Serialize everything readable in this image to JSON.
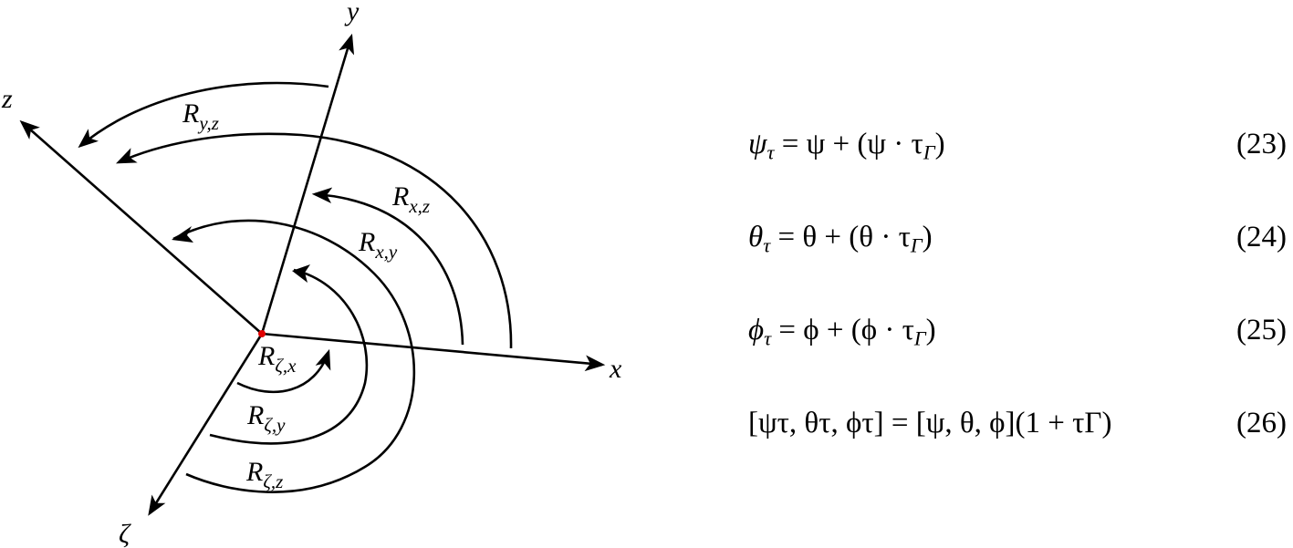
{
  "diagram": {
    "axes": [
      {
        "id": "y",
        "label": "y"
      },
      {
        "id": "z",
        "label": "z"
      },
      {
        "id": "x",
        "label": "x"
      },
      {
        "id": "zeta",
        "label": "ζ"
      }
    ],
    "origin_color": "#e00000",
    "rotations": [
      {
        "id": "Ryz",
        "base": "R",
        "sub": "y,z"
      },
      {
        "id": "Rxz",
        "base": "R",
        "sub": "x,z"
      },
      {
        "id": "Rxy",
        "base": "R",
        "sub": "x,y"
      },
      {
        "id": "Rzx",
        "base": "R",
        "sub": "ζ,x"
      },
      {
        "id": "Rzy",
        "base": "R",
        "sub": "ζ,y"
      },
      {
        "id": "Rzz",
        "base": "R",
        "sub": "ζ,z"
      }
    ]
  },
  "equations": [
    {
      "lhs": "ψ",
      "lhs_sub": "τ",
      "rhs": "= ψ + (ψ · τ",
      "rhs_sub": "Γ",
      "tail": ")",
      "number": "(23)"
    },
    {
      "lhs": "θ",
      "lhs_sub": "τ",
      "rhs": "= θ + (θ · τ",
      "rhs_sub": "Γ",
      "tail": ")",
      "number": "(24)"
    },
    {
      "lhs": "ϕ",
      "lhs_sub": "τ",
      "rhs": "= ϕ + (ϕ · τ",
      "rhs_sub": "Γ",
      "tail": ")",
      "number": "(25)"
    },
    {
      "full": "[ψτ, θτ, ϕτ] = [ψ, θ, ϕ](1 + τΓ)",
      "number": "(26)"
    }
  ]
}
